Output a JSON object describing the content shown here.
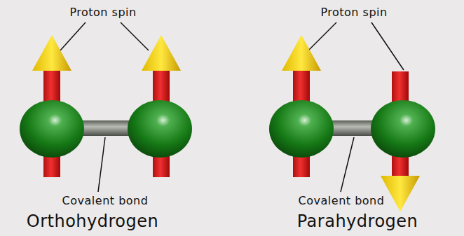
{
  "diagram": {
    "labels": [
      "Proton spin",
      "Proton spin",
      "Covalent bond",
      "Covalent bond",
      "Orthohydrogen",
      "Parahydrogen"
    ]
  }
}
